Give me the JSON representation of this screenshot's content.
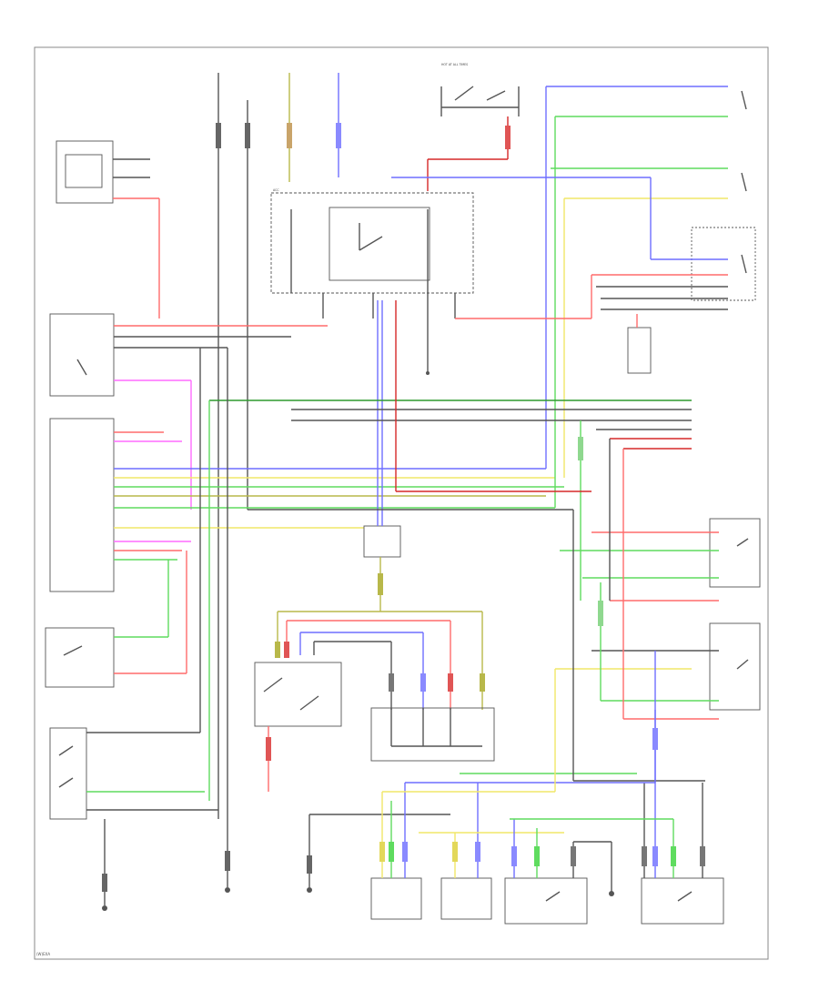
{
  "page": {
    "footer": "(W)EXA"
  },
  "labels": {
    "fuse_top": "HOT AT ALL TIMES",
    "acc": "ACC"
  },
  "colors": {
    "black": "#555555",
    "red": "#ff6b6b",
    "blue": "#6f6fff",
    "green": "#5fdc5f",
    "yellow": "#f1e768",
    "pink": "#ff6bff",
    "olive": "#b8b84a",
    "gray": "#999999"
  }
}
